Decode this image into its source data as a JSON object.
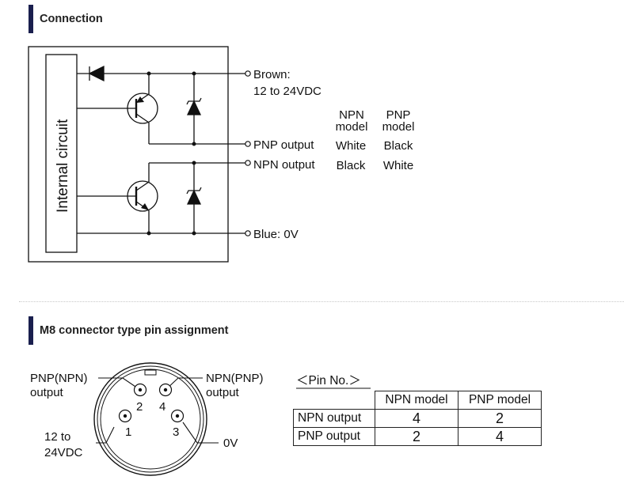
{
  "connection": {
    "section_title": "Connection",
    "internal_circuit_label": "Internal circuit",
    "terminals": {
      "brown_line1": "Brown:",
      "brown_line2": "12 to 24VDC",
      "pnp_output": "PNP output",
      "npn_output": "NPN output",
      "blue": "Blue: 0V"
    },
    "model_table": {
      "npn_header_line1": "NPN",
      "npn_header_line2": "model",
      "pnp_header_line1": "PNP",
      "pnp_header_line2": "model",
      "pnp_output_npn_model": "White",
      "pnp_output_pnp_model": "Black",
      "npn_output_npn_model": "Black",
      "npn_output_pnp_model": "White"
    }
  },
  "m8": {
    "section_title": "M8 connector type pin assignment",
    "labels": {
      "pin2_line1": "PNP(NPN)",
      "pin2_line2": "output",
      "pin4_line1": "NPN(PNP)",
      "pin4_line2": "output",
      "pin1_line1": "12 to",
      "pin1_line2": "24VDC",
      "pin3": "0V"
    },
    "pin_numbers": {
      "p1": "1",
      "p2": "2",
      "p3": "3",
      "p4": "4"
    },
    "pin_table_title": "＜Pin No.＞",
    "pin_table": {
      "headers": [
        "NPN model",
        "PNP model"
      ],
      "rows": [
        {
          "label": "NPN output",
          "values": [
            "4",
            "2"
          ]
        },
        {
          "label": "PNP output",
          "values": [
            "2",
            "4"
          ]
        }
      ]
    }
  }
}
